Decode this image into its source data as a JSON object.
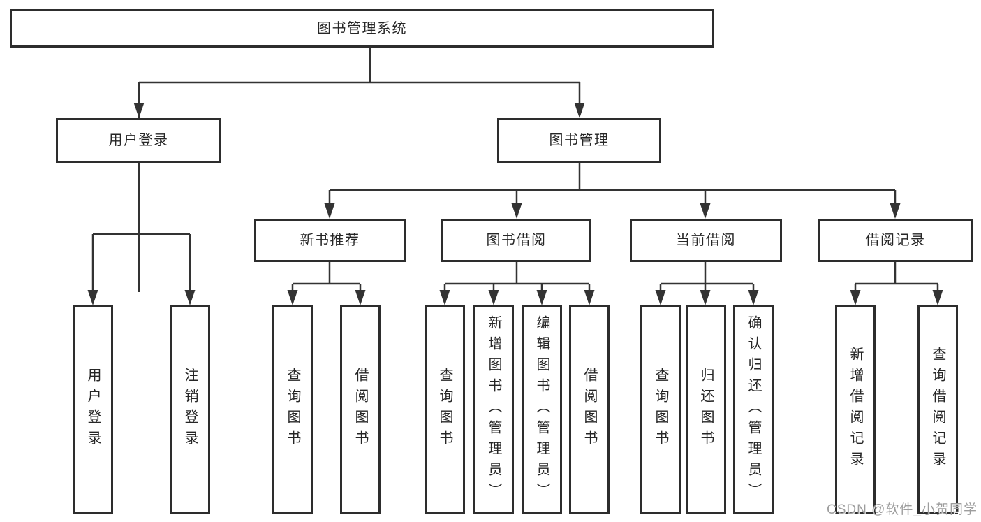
{
  "tree": {
    "label": "图书管理系统",
    "children": [
      {
        "label": "用户登录",
        "children": [
          {
            "label": "用户登录"
          },
          {
            "label": "注销登录"
          }
        ]
      },
      {
        "label": "图书管理",
        "children": [
          {
            "label": "新书推荐",
            "children": [
              {
                "label": "查询图书"
              },
              {
                "label": "借阅图书"
              }
            ]
          },
          {
            "label": "图书借阅",
            "children": [
              {
                "label": "查询图书"
              },
              {
                "label": "新增图书（管理员）"
              },
              {
                "label": "编辑图书（管理员）"
              },
              {
                "label": "借阅图书"
              }
            ]
          },
          {
            "label": "当前借阅",
            "children": [
              {
                "label": "查询图书"
              },
              {
                "label": "归还图书"
              },
              {
                "label": "确认归还（管理员）"
              }
            ]
          },
          {
            "label": "借阅记录",
            "children": [
              {
                "label": "新增借阅记录"
              },
              {
                "label": "查询借阅记录"
              }
            ]
          }
        ]
      }
    ]
  },
  "watermark": {
    "text": "CSDN @软件_小贺同学",
    "color": "#9d9d9d"
  },
  "colors": {
    "background": "#ffffff",
    "line": "#333333",
    "box_border": "#2d2d2d",
    "text": "#262626"
  }
}
